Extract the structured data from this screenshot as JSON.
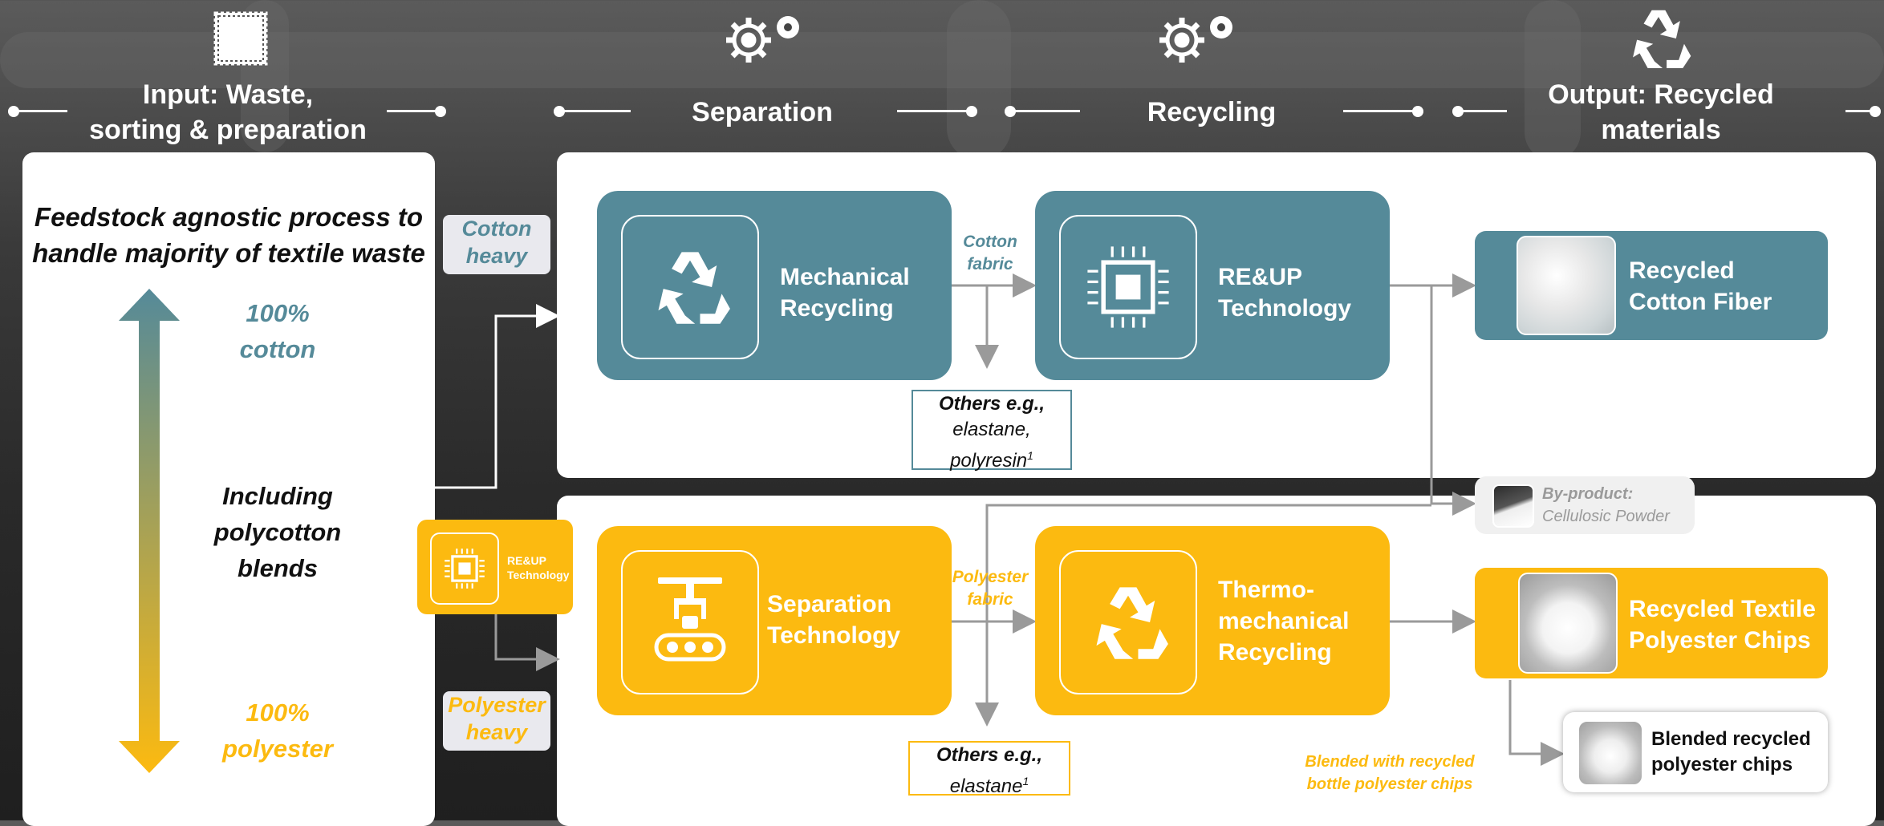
{
  "header": {
    "stages": [
      {
        "title_line1": "Input: Waste,",
        "title_line2": "sorting & preparation",
        "icon": "fabric-swatch-icon"
      },
      {
        "title_line1": "Separation",
        "title_line2": "",
        "icon": "gears-icon"
      },
      {
        "title_line1": "Recycling",
        "title_line2": "",
        "icon": "gears-icon"
      },
      {
        "title_line1": "Output: Recycled",
        "title_line2": "materials",
        "icon": "recycle-icon"
      }
    ]
  },
  "left_panel": {
    "title_line1": "Feedstock agnostic process to",
    "title_line2": "handle majority of textile waste",
    "top_label_line1": "100%",
    "top_label_line2": "cotton",
    "middle_line1": "Including",
    "middle_line2": "polycotton",
    "middle_line3": "blends",
    "bottom_label_line1": "100%",
    "bottom_label_line2": "polyester"
  },
  "tags": {
    "cotton_line1": "Cotton",
    "cotton_line2": "heavy",
    "polyester_line1": "Polyester",
    "polyester_line2": "heavy"
  },
  "reup_small": {
    "line1": "RE&UP",
    "line2": "Technology"
  },
  "cotton_row": {
    "step1_line1": "Mechanical",
    "step1_line2": "Recycling",
    "arrow_label_line1": "Cotton",
    "arrow_label_line2": "fabric",
    "step2_line1": "RE&UP",
    "step2_line2": "Technology",
    "others_line1": "Others e.g.,",
    "others_line2": "elastane,",
    "others_line3": "polyresin",
    "others_sup": "1",
    "output_line1": "Recycled",
    "output_line2": "Cotton Fiber"
  },
  "byproduct": {
    "line1": "By-product:",
    "line2": "Cellulosic Powder"
  },
  "polyester_row": {
    "step1_line1": "Separation",
    "step1_line2": "Technology",
    "arrow_label_line1": "Polyester",
    "arrow_label_line2": "fabric",
    "step2_line1": "Thermo-",
    "step2_line2": "mechanical",
    "step2_line3": "Recycling",
    "others_line1": "Others e.g.,",
    "others_line2": "elastane",
    "others_sup": "1",
    "output_line1": "Recycled Textile",
    "output_line2": "Polyester Chips",
    "blend_note_line1": "Blended with recycled",
    "blend_note_line2": "bottle polyester chips",
    "blended_line1": "Blended recycled",
    "blended_line2": "polyester chips"
  },
  "colors": {
    "teal": "#558a99",
    "yellow": "#fcba10",
    "white": "#ffffff",
    "grey_arrow": "#9a9a9a"
  }
}
